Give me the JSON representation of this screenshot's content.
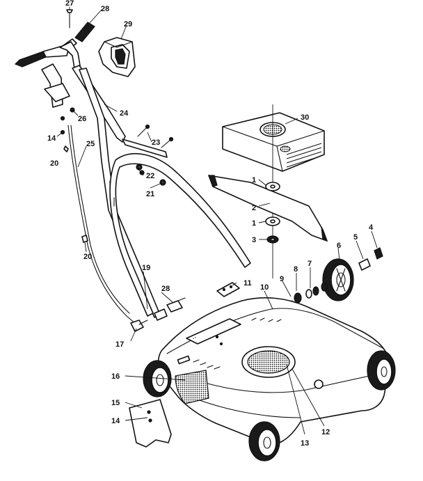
{
  "diagram": {
    "callouts": [
      {
        "id": "c27",
        "label": "27"
      },
      {
        "id": "c28a",
        "label": "28"
      },
      {
        "id": "c29",
        "label": "29"
      },
      {
        "id": "c24",
        "label": "24"
      },
      {
        "id": "c26",
        "label": "26"
      },
      {
        "id": "c14a",
        "label": "14"
      },
      {
        "id": "c25",
        "label": "25"
      },
      {
        "id": "c20a",
        "label": "20"
      },
      {
        "id": "c23",
        "label": "23"
      },
      {
        "id": "c22",
        "label": "22"
      },
      {
        "id": "c21",
        "label": "21"
      },
      {
        "id": "c20b",
        "label": "20"
      },
      {
        "id": "c30",
        "label": "30"
      },
      {
        "id": "c1a",
        "label": "1"
      },
      {
        "id": "c2",
        "label": "2"
      },
      {
        "id": "c1b",
        "label": "1"
      },
      {
        "id": "c3",
        "label": "3"
      },
      {
        "id": "c4",
        "label": "4"
      },
      {
        "id": "c5",
        "label": "5"
      },
      {
        "id": "c6",
        "label": "6"
      },
      {
        "id": "c7",
        "label": "7"
      },
      {
        "id": "c8",
        "label": "8"
      },
      {
        "id": "c9",
        "label": "9"
      },
      {
        "id": "c10",
        "label": "10"
      },
      {
        "id": "c11",
        "label": "11"
      },
      {
        "id": "c19",
        "label": "19"
      },
      {
        "id": "c28b",
        "label": "28"
      },
      {
        "id": "c17",
        "label": "17"
      },
      {
        "id": "c16",
        "label": "16"
      },
      {
        "id": "c15",
        "label": "15"
      },
      {
        "id": "c14b",
        "label": "14"
      },
      {
        "id": "c13",
        "label": "13"
      },
      {
        "id": "c12",
        "label": "12"
      }
    ]
  }
}
